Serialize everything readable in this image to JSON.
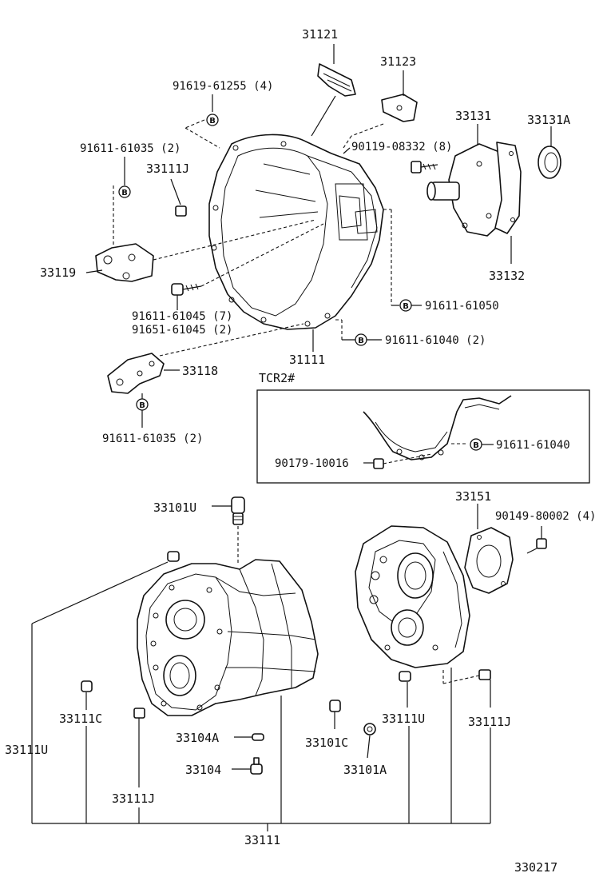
{
  "diagram_id": "330217",
  "badge_letter": "B",
  "inset_title": "TCR2#",
  "labels": {
    "p31121": "31121",
    "p31123": "31123",
    "p91619_61255": "91619-61255 (4)",
    "p33131": "33131",
    "p33131A": "33131A",
    "p90119_08332": "90119-08332 (8)",
    "p91611_61035_top": "91611-61035 (2)",
    "p33111J_top": "33111J",
    "p33119": "33119",
    "p33132": "33132",
    "p91611_61045": "91611-61045 (7)",
    "p91651_61045": "91651-61045 (2)",
    "p91611_61050": "91611-61050",
    "p91611_61040_a": "91611-61040 (2)",
    "p31111": "31111",
    "p33118": "33118",
    "p91611_61035_bot": "91611-61035 (2)",
    "p91611_61040_inset": "91611-61040",
    "p90179_10016": "90179-10016",
    "p33151": "33151",
    "p90149_80002": "90149-80002 (4)",
    "p33101U": "33101U",
    "p33111C": "33111C",
    "p33111U_left": "33111U",
    "p33104A": "33104A",
    "p33104": "33104",
    "p33101C": "33101C",
    "p33111U_right": "33111U",
    "p33101A": "33101A",
    "p33111J_right": "33111J",
    "p33111J_bottom": "33111J",
    "p33111": "33111"
  }
}
